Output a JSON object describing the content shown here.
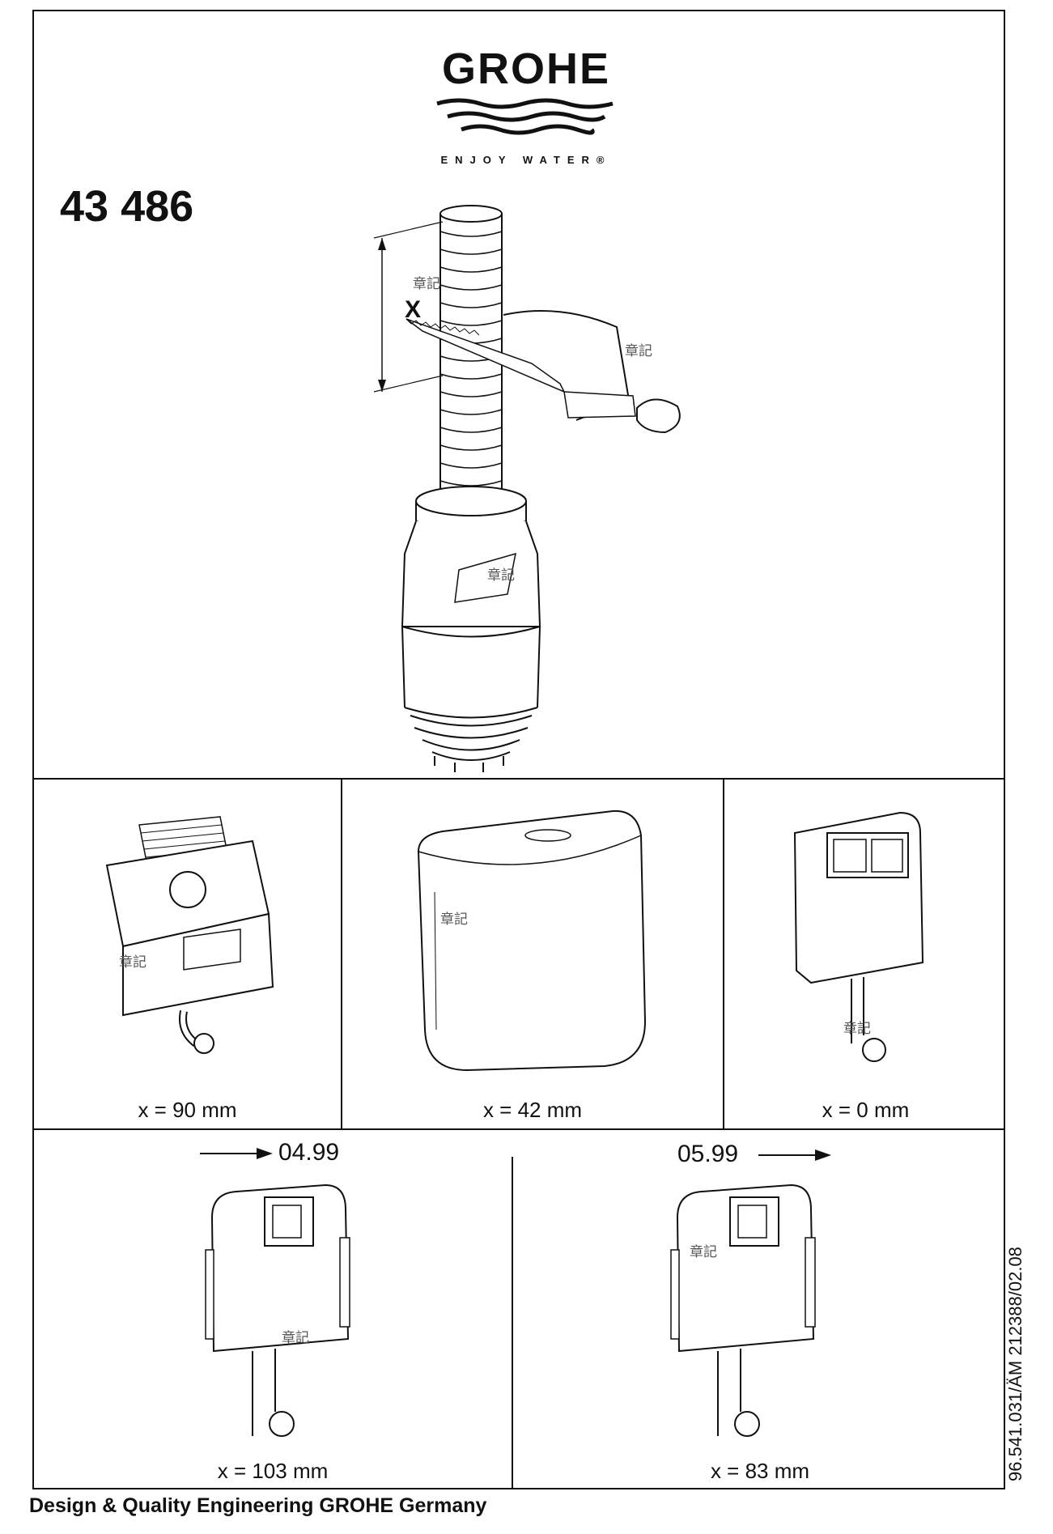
{
  "brand": {
    "logo_text": "GROHE",
    "tagline": "ENJOY WATER®",
    "logo_color": "#111111"
  },
  "article_number": "43 486",
  "dimension_label": "X",
  "panels": [
    {
      "caption": "x = 90 mm"
    },
    {
      "caption": "x = 42 mm"
    },
    {
      "caption": "x = 0 mm"
    },
    {
      "caption": "x = 103 mm",
      "date": "04.99"
    },
    {
      "caption": "x = 83 mm",
      "date": "05.99"
    }
  ],
  "footer": "Design & Quality Engineering GROHE Germany",
  "document_code": "96.541.031/ÄM 212388/02.08",
  "watermark": "章記"
}
